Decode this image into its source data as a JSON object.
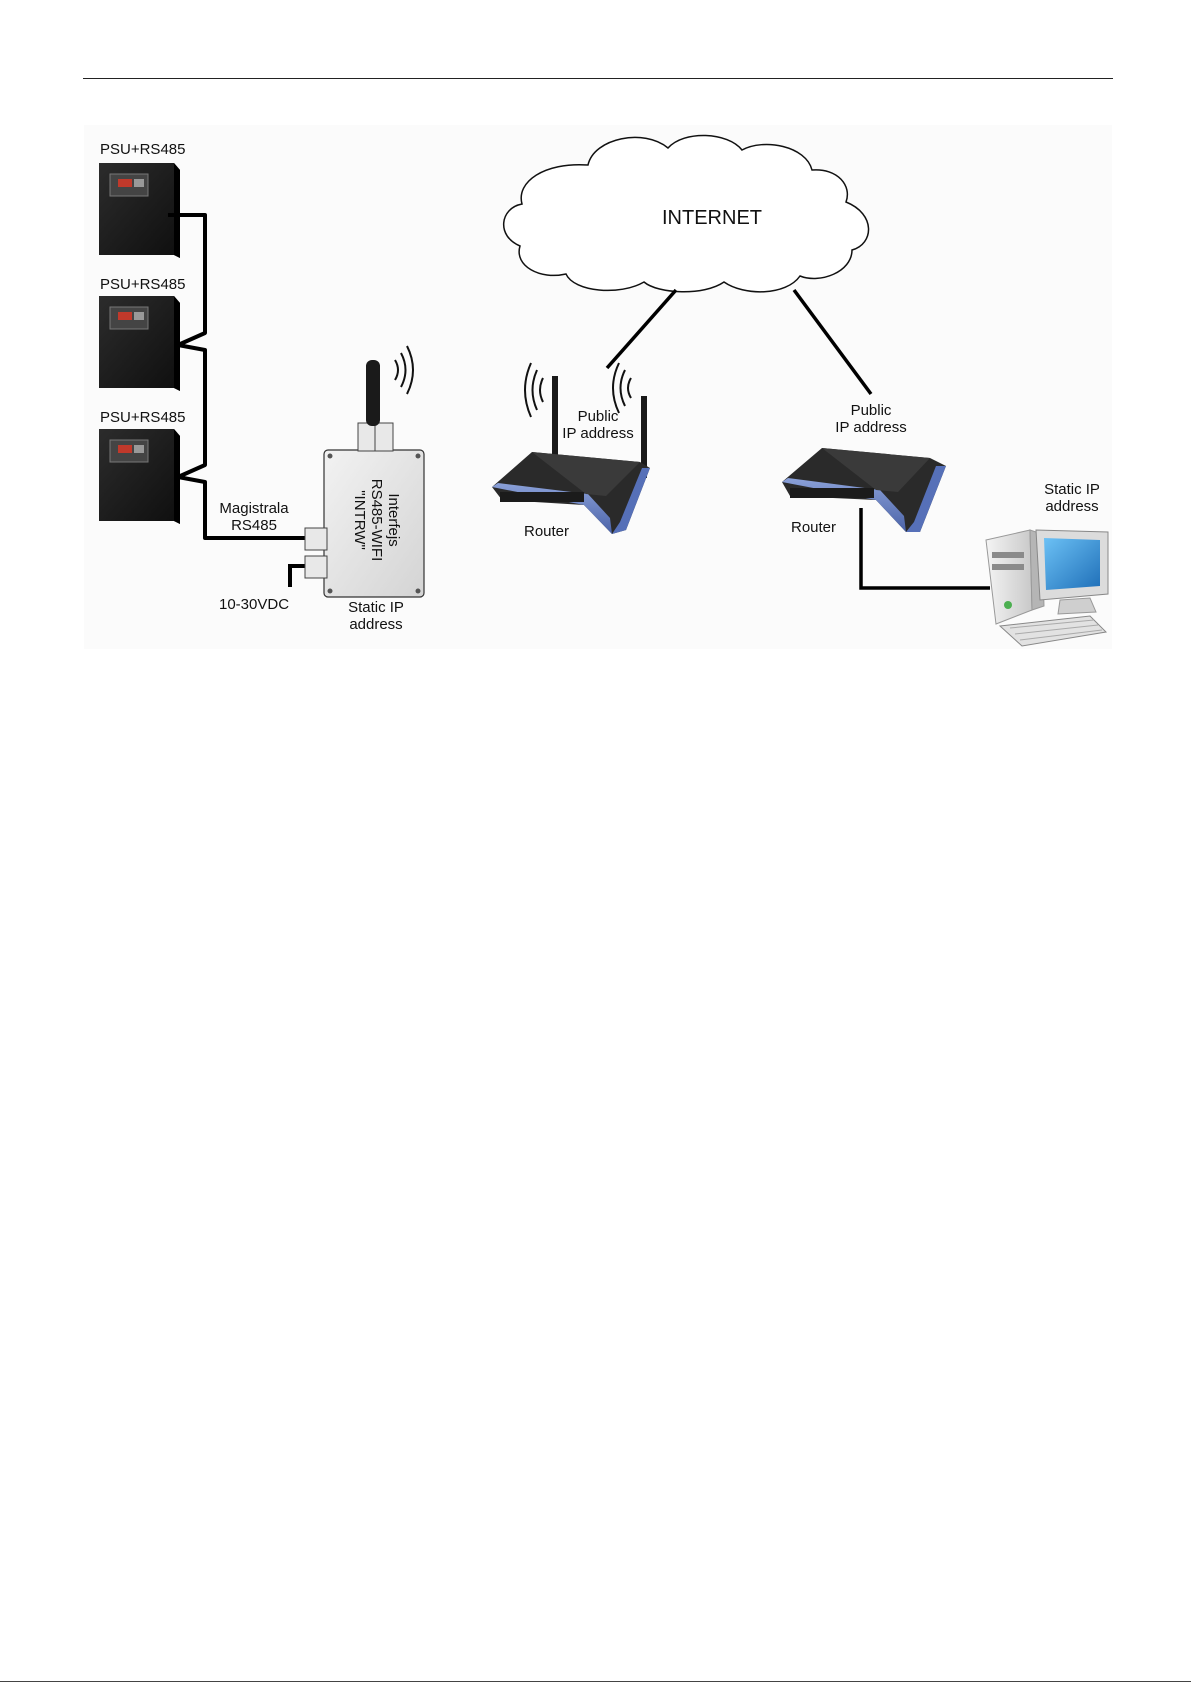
{
  "labels": {
    "psu_1": "PSU+RS485",
    "psu_2": "PSU+RS485",
    "psu_3": "PSU+RS485",
    "internet": "INTERNET",
    "bus_line1": "Magistrala",
    "bus_line2": "RS485",
    "power_supply": "10-30VDC",
    "interface_line1": "Interfejs",
    "interface_line2": "RS485-WIFI",
    "interface_line3": "\"INTRW\"",
    "interface_ip_line1": "Static IP",
    "interface_ip_line2": "address",
    "router1_ip_line1": "Public",
    "router1_ip_line2": "IP address",
    "router1_name": "Router",
    "router2_ip_line1": "Public",
    "router2_ip_line2": "IP address",
    "router2_name": "Router",
    "pc_ip_line1": "Static IP",
    "pc_ip_line2": "address"
  },
  "colors": {
    "psu_body": "#1b1b1b",
    "router_blue": "#6f86c4",
    "router_dark": "#2a2a2a",
    "interface_box": "#e6e6e6",
    "cloud_fill": "#ffffff",
    "pc_screen": "#2d8fd6"
  },
  "icons": [
    "psu-cabinet-icon",
    "wifi-signal-icon",
    "router-icon",
    "desktop-computer-icon",
    "cloud-icon",
    "antenna-icon"
  ]
}
